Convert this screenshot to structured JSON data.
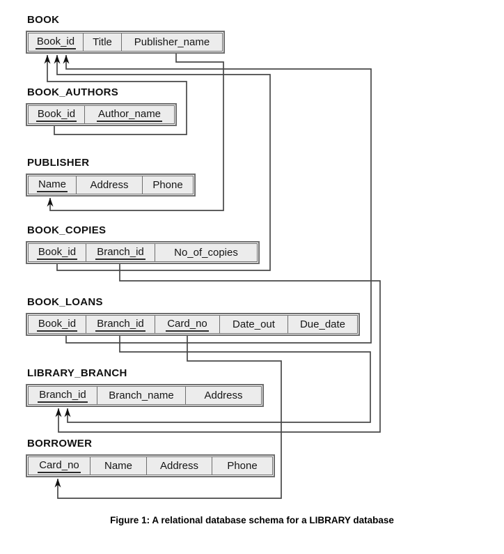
{
  "figure": {
    "caption": "Figure 1: A relational database schema for a LIBRARY database"
  },
  "colors": {
    "cell_background": "#ececec",
    "cell_border": "#6e6e6e",
    "connector_line": "#474747",
    "arrowhead": "#111111",
    "text": "#111111",
    "page_background": "#ffffff"
  },
  "tables": [
    {
      "name": "BOOK",
      "fields": [
        {
          "label": "Book_id",
          "key": true
        },
        {
          "label": "Title",
          "key": false
        },
        {
          "label": "Publisher_name",
          "key": false
        }
      ]
    },
    {
      "name": "BOOK_AUTHORS",
      "fields": [
        {
          "label": "Book_id",
          "key": true
        },
        {
          "label": "Author_name",
          "key": true
        }
      ]
    },
    {
      "name": "PUBLISHER",
      "fields": [
        {
          "label": "Name",
          "key": true
        },
        {
          "label": "Address",
          "key": false
        },
        {
          "label": "Phone",
          "key": false
        }
      ]
    },
    {
      "name": "BOOK_COPIES",
      "fields": [
        {
          "label": "Book_id",
          "key": true
        },
        {
          "label": "Branch_id",
          "key": true
        },
        {
          "label": "No_of_copies",
          "key": false
        }
      ]
    },
    {
      "name": "BOOK_LOANS",
      "fields": [
        {
          "label": "Book_id",
          "key": true
        },
        {
          "label": "Branch_id",
          "key": true
        },
        {
          "label": "Card_no",
          "key": true
        },
        {
          "label": "Date_out",
          "key": false
        },
        {
          "label": "Due_date",
          "key": false
        }
      ]
    },
    {
      "name": "LIBRARY_BRANCH",
      "fields": [
        {
          "label": "Branch_id",
          "key": true
        },
        {
          "label": "Branch_name",
          "key": false
        },
        {
          "label": "Address",
          "key": false
        }
      ]
    },
    {
      "name": "BORROWER",
      "fields": [
        {
          "label": "Card_no",
          "key": true
        },
        {
          "label": "Name",
          "key": false
        },
        {
          "label": "Address",
          "key": false
        },
        {
          "label": "Phone",
          "key": false
        }
      ]
    }
  ],
  "relationships": [
    {
      "from": "BOOK_AUTHORS.Book_id",
      "to": "BOOK.Book_id"
    },
    {
      "from": "BOOK_COPIES.Book_id",
      "to": "BOOK.Book_id"
    },
    {
      "from": "BOOK_LOANS.Book_id",
      "to": "BOOK.Book_id"
    },
    {
      "from": "BOOK.Publisher_name",
      "to": "PUBLISHER.Name"
    },
    {
      "from": "BOOK_COPIES.Branch_id",
      "to": "LIBRARY_BRANCH.Branch_id"
    },
    {
      "from": "BOOK_LOANS.Branch_id",
      "to": "LIBRARY_BRANCH.Branch_id"
    },
    {
      "from": "BOOK_LOANS.Card_no",
      "to": "BORROWER.Card_no"
    }
  ]
}
